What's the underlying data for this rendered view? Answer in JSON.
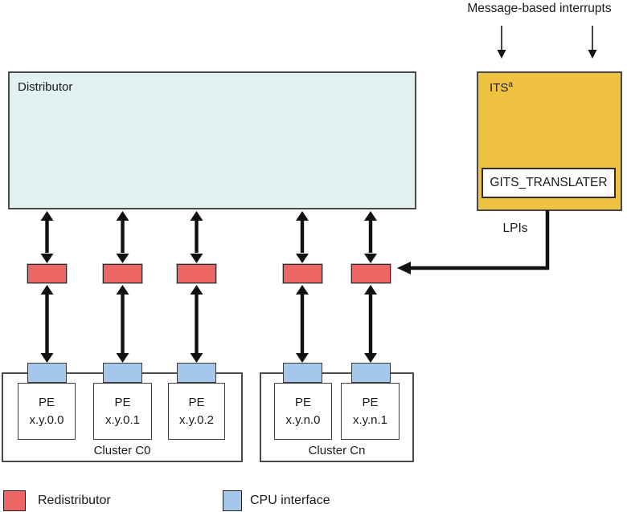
{
  "title": "Message-based interrupts",
  "distributor": {
    "label": "Distributor"
  },
  "its": {
    "label": "ITS",
    "superscript": "a",
    "register": "GITS_TRANSLATER",
    "output": "LPIs"
  },
  "colors": {
    "distributor_fill": "#e3f0f2",
    "its_fill": "#f0c242",
    "redistributor": "#ed6666",
    "cpu_interface": "#a5c8ea"
  },
  "clusters": [
    {
      "label": "Cluster C0",
      "pes": [
        {
          "name": "PE",
          "id": "x.y.0.0"
        },
        {
          "name": "PE",
          "id": "x.y.0.1"
        },
        {
          "name": "PE",
          "id": "x.y.0.2"
        }
      ]
    },
    {
      "label": "Cluster Cn",
      "pes": [
        {
          "name": "PE",
          "id": "x.y.n.0"
        },
        {
          "name": "PE",
          "id": "x.y.n.1"
        }
      ]
    }
  ],
  "legend": [
    {
      "label": "Redistributor"
    },
    {
      "label": "CPU interface"
    }
  ]
}
